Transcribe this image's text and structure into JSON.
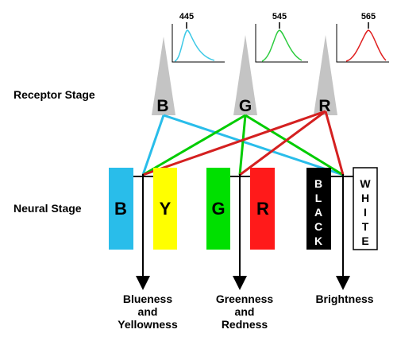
{
  "stages": {
    "receptor": "Receptor Stage",
    "neural": "Neural Stage"
  },
  "receptors": [
    {
      "label": "B",
      "peak": "445",
      "curve_color": "#3fc9e6"
    },
    {
      "label": "G",
      "peak": "545",
      "curve_color": "#2ecc40"
    },
    {
      "label": "R",
      "peak": "565",
      "curve_color": "#e02020"
    }
  ],
  "channels": {
    "blue": {
      "label": "B",
      "color": "#29bdea"
    },
    "yellow": {
      "label": "Y",
      "color": "#ffff00"
    },
    "green": {
      "label": "G",
      "color": "#00e000"
    },
    "red": {
      "label": "R",
      "color": "#ff1a1a"
    },
    "black": {
      "letters": [
        "B",
        "L",
        "A",
        "C",
        "K"
      ],
      "color": "#000000"
    },
    "white": {
      "letters": [
        "W",
        "H",
        "I",
        "T",
        "E"
      ],
      "color": "#ffffff"
    }
  },
  "outputs": {
    "by": [
      "Blueness",
      "and",
      "Yellowness"
    ],
    "gr": [
      "Greenness",
      "and",
      "Redness"
    ],
    "br": [
      "Brightness"
    ]
  },
  "connection_colors": {
    "blue": "#29bdea",
    "green": "#00cc00",
    "red": "#d42020"
  }
}
